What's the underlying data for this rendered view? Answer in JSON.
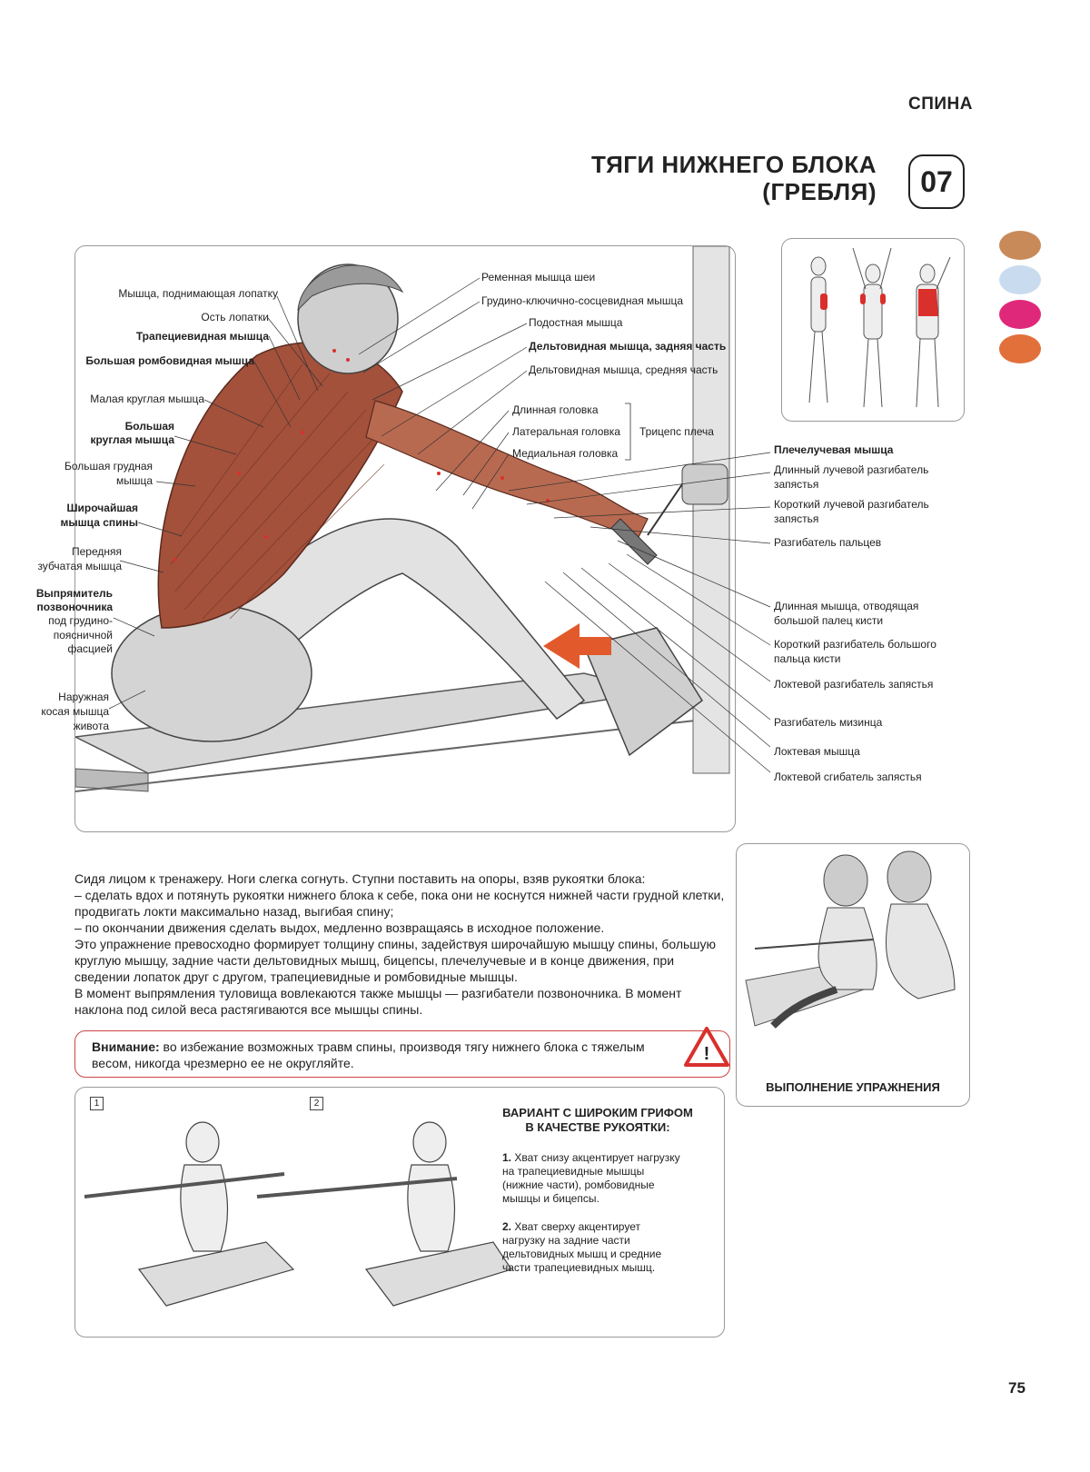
{
  "header": {
    "section": "СПИНА",
    "title_line1": "ТЯГИ НИЖНЕГО БЛОКА",
    "title_line2": "(ГРЕБЛЯ)",
    "number": "07"
  },
  "colors": {
    "dot1": "#c98a5a",
    "dot2": "#c9dcef",
    "dot3": "#e0287a",
    "dot4": "#e2703a",
    "accent_red": "#d9302c",
    "muscle": "#a3513b"
  },
  "labels_left": [
    "Мышца, поднимающая лопатку",
    "Ость лопатки",
    "Трапециевидная мышца",
    "Большая ромбовидная мышца",
    "Малая круглая мышца",
    "Большая",
    "круглая мышца",
    "Большая грудная",
    "мышца",
    "Широчайшая",
    "мышца спины",
    "Передняя",
    "зубчатая мышца",
    "Выпрямитель",
    "позвоночника",
    "под грудино-",
    "поясничной",
    "фасцией",
    "Наружная",
    "косая мышца",
    "живота"
  ],
  "labels_top": [
    "Ременная мышца шеи",
    "Грудино-ключично-сосцевидная мышца",
    "Подостная мышца",
    "Дельтовидная мышца, задняя часть",
    "Дельтовидная мышца, средняя часть",
    "Длинная головка",
    "Латеральная головка",
    "Медиальная головка",
    "Трицепс плеча"
  ],
  "labels_right": [
    "Плечелучевая мышца",
    "Длинный лучевой разгибатель",
    "запястья",
    "Короткий лучевой разгибатель",
    "запястья",
    "Разгибатель пальцев",
    "Длинная мышца, отводящая",
    "большой палец кисти",
    "Короткий разгибатель большого",
    "пальца кисти",
    "Локтевой разгибатель запястья",
    "Разгибатель мизинца",
    "Локтевая мышца",
    "Локтевой сгибатель запястья"
  ],
  "description": [
    "Сидя лицом к тренажеру. Ноги слегка согнуть. Ступни поставить на опоры, взяв рукоятки блока:",
    "– сделать вдох и потянуть рукоятки нижнего блока к себе, пока они не коснутся нижней части грудной клетки, продвигать локти максимально назад, выгибая спину;",
    "– по окончании движения сделать выдох, медленно возвращаясь в исходное положение.",
    "Это упражнение превосходно формирует толщину спины, задействуя широчайшую мышцу спины, большую круглую мышцу, задние части дельтовидных мышц, бицепсы, плечелучевые и в конце движения, при сведении лопаток друг с другом, трапециевидные и ромбовидные мышцы.",
    "В момент выпрямления туловища вовлекаются также мышцы — разгибатели позвоночника. В момент наклона под силой веса растягиваются все мышцы спины."
  ],
  "warning": {
    "label": "Внимание:",
    "text": " во избежание возможных травм спины, производя тягу нижнего блока с тяжелым весом, никогда чрезмерно ее не округляйте."
  },
  "execution_caption": "ВЫПОЛНЕНИЕ УПРАЖНЕНИЯ",
  "variant": {
    "title_line1": "ВАРИАНТ С ШИРОКИМ ГРИФОМ",
    "title_line2": "В КАЧЕСТВЕ РУКОЯТКИ:",
    "item1_num": "1.",
    "item1_text": " Хват снизу акцентирует нагрузку на трапециевидные мышцы (нижние части), ромбовидные мышцы и бицепсы.",
    "item2_num": "2.",
    "item2_text": " Хват сверху акцентирует нагрузку на задние части дельтовидных мышц и средние части трапециевидных мышц.",
    "step1": "1",
    "step2": "2"
  },
  "page_number": "75"
}
